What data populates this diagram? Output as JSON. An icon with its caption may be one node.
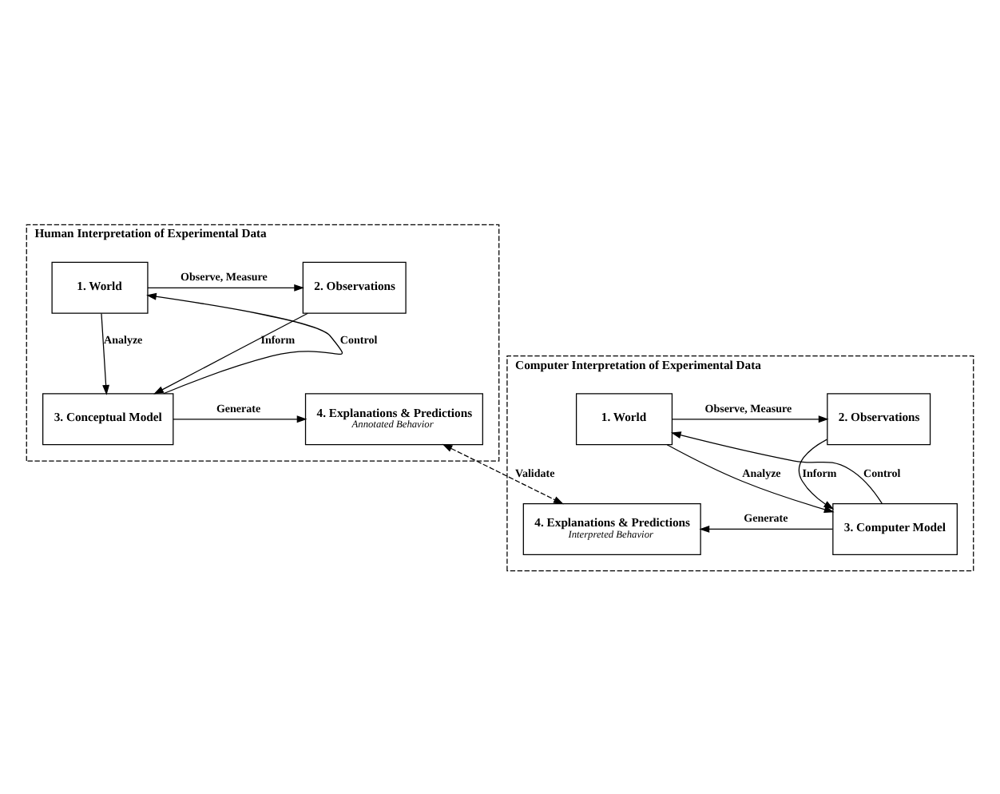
{
  "diagram": {
    "nodes": [
      {
        "text": [
          "Human Interpretation of Experimental Data"
        ]
      },
      {
        "text": [
          "1. World"
        ],
        "in": 0
      },
      {
        "text": [
          "2. Observations"
        ],
        "in": 0
      },
      {
        "text": [
          "3. Conceptual Model"
        ],
        "in": 0
      },
      {
        "text": [
          "4. Explanations & Predictions",
          "Annotated Behavior"
        ],
        "in": 0
      },
      {
        "text": [
          "Computer Interpretation of Experimental Data"
        ]
      },
      {
        "text": [
          "1. World"
        ],
        "in": 5
      },
      {
        "text": [
          "2. Observations"
        ],
        "in": 5
      },
      {
        "text": [
          "3. Computer Model"
        ],
        "in": 5
      },
      {
        "text": [
          "4. Explanations & Predictions",
          "Interpreted Behavior"
        ],
        "in": 5
      }
    ],
    "edges": [
      {
        "from": 1,
        "to": 2,
        "arrow": "to",
        "label": "Observe, Measure"
      },
      {
        "from": 1,
        "to": 3,
        "arrow": "to",
        "label": "Analyze"
      },
      {
        "from": 3,
        "to": 1,
        "arrow": "to",
        "label": "Control"
      },
      {
        "from": 2,
        "to": 3,
        "arrow": "to",
        "label": "Inform"
      },
      {
        "from": 3,
        "to": 4,
        "arrow": "to",
        "label": "Generate"
      },
      {
        "from": 6,
        "to": 7,
        "arrow": "to",
        "label": "Observe, Measure"
      },
      {
        "from": 6,
        "to": 8,
        "arrow": "to",
        "label": "Analyze"
      },
      {
        "from": 8,
        "to": 6,
        "arrow": "to",
        "label": "Control"
      },
      {
        "from": 7,
        "to": 8,
        "arrow": "to",
        "label": "Inform"
      },
      {
        "from": 8,
        "to": 9,
        "arrow": "to",
        "label": "Generate"
      },
      {
        "from": 4,
        "to": 9,
        "arrow": "both",
        "label": "Validate",
        "style": "dashed"
      }
    ]
  }
}
